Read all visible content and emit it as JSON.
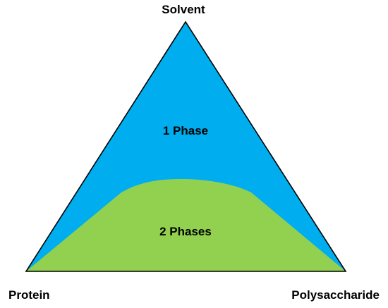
{
  "diagram": {
    "type": "ternary-phase-diagram",
    "vertices": {
      "top": "Solvent",
      "bottom_left": "Protein",
      "bottom_right": "Polysaccharide"
    },
    "regions": {
      "upper": "1 Phase",
      "lower": "2 Phases"
    },
    "colors": {
      "one_phase": "#00aeef",
      "two_phases": "#92d050",
      "outline": "#000000"
    }
  }
}
